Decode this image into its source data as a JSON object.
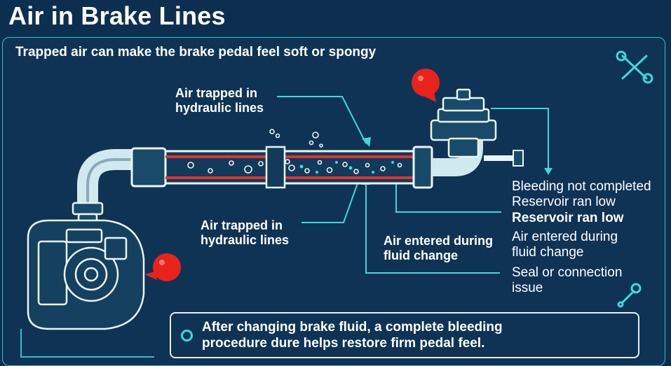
{
  "title": "Air in Brake Lines",
  "subtitle": "Trapped air can make the brake pedal feel soft or spongy",
  "labels": {
    "top_air": [
      "Air trapped in",
      "hydraulic lines"
    ],
    "bottom_air": [
      "Air trapped in",
      "hydraulic lines"
    ],
    "fluid_change": [
      "Air entered during",
      "fluid change"
    ]
  },
  "causes": [
    {
      "text": "Bleeding not completed",
      "bold": false
    },
    {
      "text": "Reservoir ran low",
      "bold": false
    },
    {
      "text": "Reservoir ran low",
      "bold": true
    },
    {
      "text": "Air entered during",
      "bold": false
    },
    {
      "text": "fluid change",
      "bold": false
    },
    {
      "text": "Seal or connection",
      "bold": false
    },
    {
      "text": "issue",
      "bold": false
    }
  ],
  "callout": {
    "line1": "After changing brake fluid, a complete bleeding",
    "line2": "procedure dure helps restore firm pedal feel."
  },
  "icons": [
    "tools-icon",
    "wrench-icon",
    "alert-marker-icon"
  ],
  "colors": {
    "background": "#0d2f4f",
    "accent": "#3fd8d8",
    "pipe": "#e8f6f8",
    "fluid_line": "#e2332a",
    "marker": "#e8231c"
  }
}
